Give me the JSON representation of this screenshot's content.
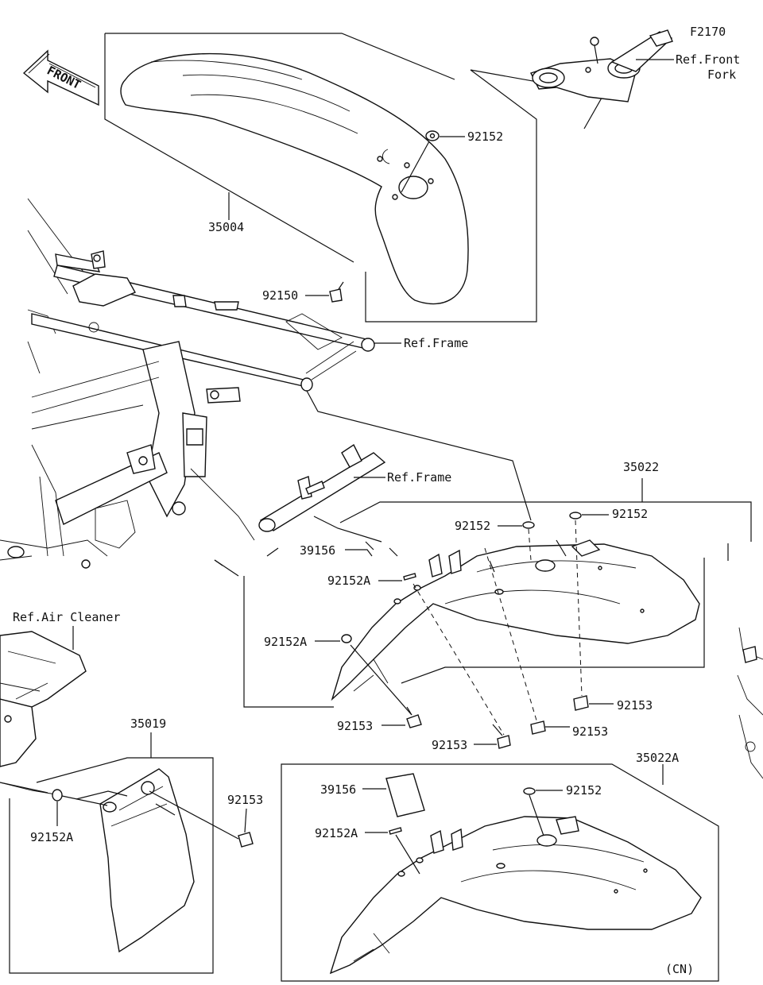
{
  "figure_code": "F2170",
  "front_marker": "FRONT",
  "refs": {
    "front_fork": [
      "Ref.Front",
      "Fork"
    ],
    "frame_top": "Ref.Frame",
    "frame_mid": "Ref.Frame",
    "air_cleaner": "Ref.Air Cleaner"
  },
  "variant_note": "(CN)",
  "part_numbers": {
    "front_fender": "35004",
    "washer_front_fender": "92152",
    "bolt_front_fender": "92150",
    "rear_fender": "35022",
    "rear_fender_cn": "35022A",
    "side_cover": "35019",
    "pad_rear": "39156",
    "pad_cn": "39156",
    "washer_rear_a": "92152",
    "washer_rear_b": "92152",
    "washer_cn": "92152",
    "collar_rear_a": "92152A",
    "collar_rear_b": "92152A",
    "collar_cn": "92152A",
    "collar_side": "92152A",
    "bolt_rear_a": "92153",
    "bolt_rear_b": "92153",
    "bolt_rear_c": "92153",
    "bolt_rear_d": "92153",
    "bolt_side": "92153"
  }
}
